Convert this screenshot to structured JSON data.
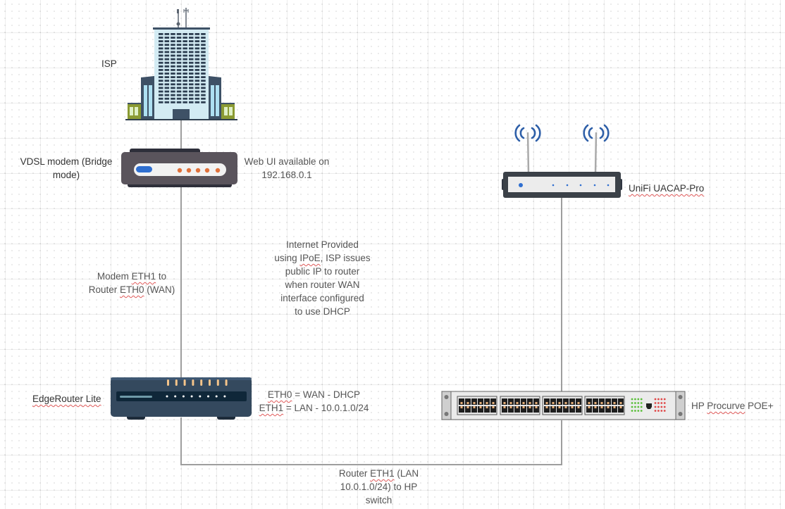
{
  "diagram": {
    "nodes": {
      "isp": {
        "label": "ISP",
        "icon": "office-building-icon"
      },
      "modem": {
        "label": "VDSL modem (Bridge mode)",
        "label_lines": [
          "VDSL modem (Bridge",
          "mode)"
        ],
        "note_lines": [
          "Web UI available on",
          "192.168.0.1"
        ],
        "icon": "modem-icon",
        "led_color": "#2f6fd0",
        "port_color": "#e0703a"
      },
      "access_point": {
        "label": "UniFi UACAP-Pro",
        "icon": "wireless-access-point-icon",
        "wifi_color": "#2e5fa8"
      },
      "router": {
        "label": "EdgeRouter Lite",
        "note_lines": [
          "ETH0 = WAN - DHCP",
          "ETH1 = LAN - 10.0.1.0/24"
        ],
        "icon": "router-icon",
        "body_color": "#34495e",
        "port_led_color": "#f5c48a"
      },
      "switch": {
        "label": "HP Procurve POE+",
        "icon": "network-switch-icon",
        "ports_per_group": 12,
        "port_groups": 4
      }
    },
    "edges": [
      {
        "from": "isp",
        "to": "modem",
        "label_lines": []
      },
      {
        "from": "modem",
        "to": "router",
        "label_lines": [
          "Modem ETH1 to",
          "Router ETH0 (WAN)"
        ]
      },
      {
        "from": "router",
        "to": "switch",
        "label_lines": [
          "Router ETH1 (LAN",
          "10.0.1.0/24) to HP",
          "switch"
        ]
      },
      {
        "from": "switch",
        "to": "access_point",
        "label_lines": []
      }
    ],
    "annotation": {
      "lines": [
        "Internet Provided",
        "using IPoE, ISP issues",
        "public IP to router",
        "when router WAN",
        "interface configured",
        "to use DHCP"
      ]
    },
    "line_color": "#9e9e9e"
  }
}
